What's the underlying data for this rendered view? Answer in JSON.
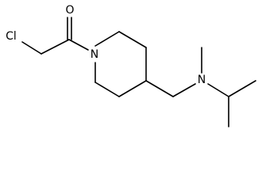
{
  "atoms": {
    "chlorine": "Cl",
    "oxygen": "O",
    "ring_nitrogen": "N",
    "amine_nitrogen": "N"
  },
  "colors": {
    "stroke": "#000000",
    "background": "#ffffff"
  }
}
